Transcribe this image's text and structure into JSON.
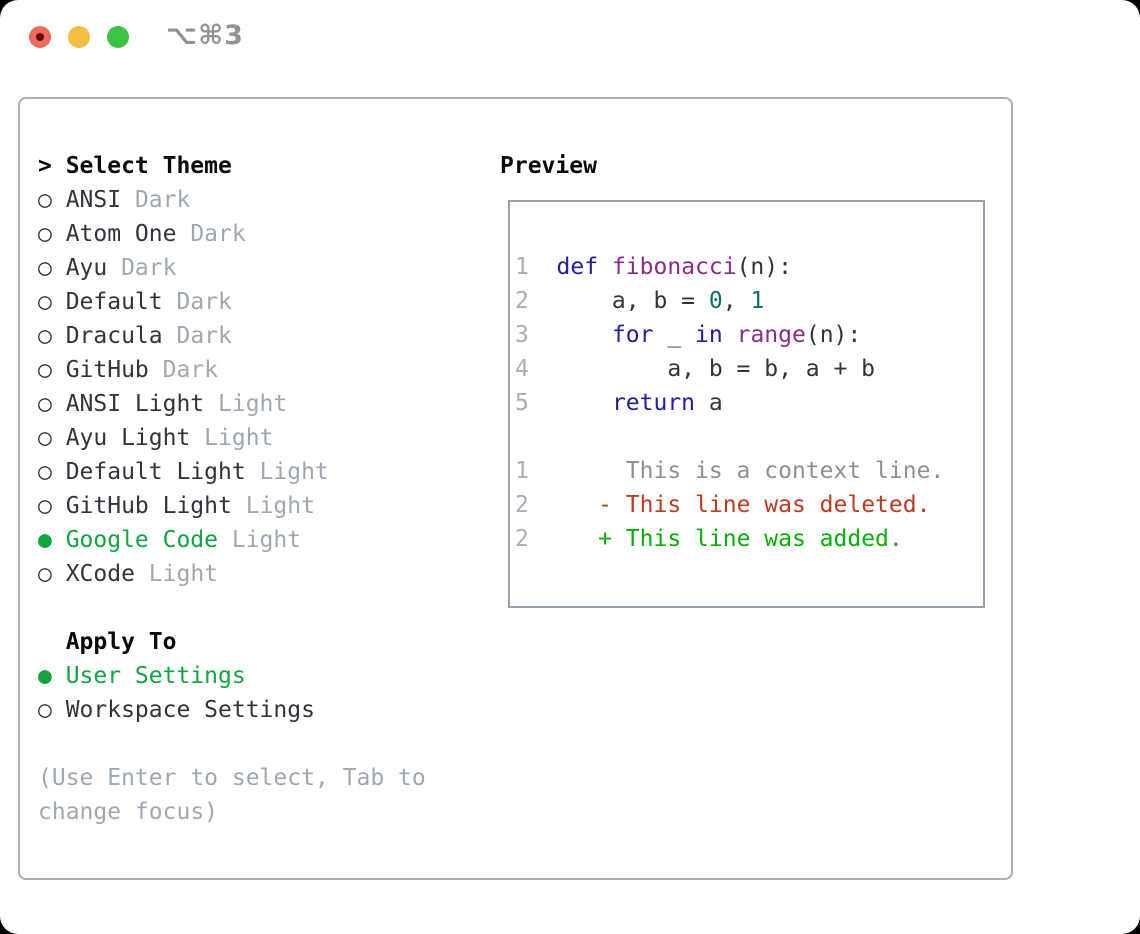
{
  "titlebar": {
    "shortcut": "⌥⌘3"
  },
  "colors": {
    "selected_green": "#12a53f",
    "added_green": "#04b104",
    "deleted_red": "#c0391f",
    "context_gray": "#8b9096",
    "dim_gray": "#9fa8b2",
    "line_number_gray": "#a6aeb8",
    "keyword_blue": "#2020a0",
    "function_purple": "#8c2b8c",
    "number_teal": "#0e6e68",
    "text_dark": "#30353c",
    "panel_border": "#a9aeb8",
    "preview_border": "#9aa3ad",
    "traffic_red": "#ee695e",
    "traffic_red_dot": "#5f0d0a",
    "traffic_yellow": "#f5bd41",
    "traffic_green": "#3bc345",
    "shortcut_gray": "#919196"
  },
  "theme_panel": {
    "header": {
      "prompt": ">",
      "label": "Select Theme"
    },
    "themes": [
      {
        "name": "ANSI",
        "variant": "Dark",
        "selected": false
      },
      {
        "name": "Atom One",
        "variant": "Dark",
        "selected": false
      },
      {
        "name": "Ayu",
        "variant": "Dark",
        "selected": false
      },
      {
        "name": "Default",
        "variant": "Dark",
        "selected": false
      },
      {
        "name": "Dracula",
        "variant": "Dark",
        "selected": false
      },
      {
        "name": "GitHub",
        "variant": "Dark",
        "selected": false
      },
      {
        "name": "ANSI Light",
        "variant": "Light",
        "selected": false
      },
      {
        "name": "Ayu Light",
        "variant": "Light",
        "selected": false
      },
      {
        "name": "Default Light",
        "variant": "Light",
        "selected": false
      },
      {
        "name": "GitHub Light",
        "variant": "Light",
        "selected": false
      },
      {
        "name": "Google Code",
        "variant": "Light",
        "selected": true
      },
      {
        "name": "XCode",
        "variant": "Light",
        "selected": false
      }
    ],
    "apply_to": {
      "header": "Apply To",
      "options": [
        {
          "label": "User Settings",
          "selected": true
        },
        {
          "label": "Workspace Settings",
          "selected": false
        }
      ]
    },
    "help": "(Use Enter to select, Tab to change focus)"
  },
  "preview": {
    "title": "Preview",
    "code_lines": [
      {
        "num": "1",
        "tokens": [
          {
            "t": "def",
            "c": "kw"
          },
          {
            "t": " ",
            "c": "pl"
          },
          {
            "t": "fibonacci",
            "c": "fn"
          },
          {
            "t": "(n):",
            "c": "pl"
          }
        ]
      },
      {
        "num": "2",
        "tokens": [
          {
            "t": "    a, b = ",
            "c": "pl"
          },
          {
            "t": "0",
            "c": "nu"
          },
          {
            "t": ", ",
            "c": "pl"
          },
          {
            "t": "1",
            "c": "nu"
          }
        ]
      },
      {
        "num": "3",
        "tokens": [
          {
            "t": "    ",
            "c": "pl"
          },
          {
            "t": "for",
            "c": "kw"
          },
          {
            "t": " _ ",
            "c": "pl"
          },
          {
            "t": "in",
            "c": "kw"
          },
          {
            "t": " ",
            "c": "pl"
          },
          {
            "t": "range",
            "c": "fn"
          },
          {
            "t": "(n):",
            "c": "pl"
          }
        ]
      },
      {
        "num": "4",
        "tokens": [
          {
            "t": "        a, b = b, a + b",
            "c": "pl"
          }
        ]
      },
      {
        "num": "5",
        "tokens": [
          {
            "t": "    ",
            "c": "pl"
          },
          {
            "t": "return",
            "c": "kw"
          },
          {
            "t": " a",
            "c": "pl"
          }
        ]
      }
    ],
    "diff_lines": [
      {
        "num": "1",
        "gap": "       ",
        "text": "This is a context line.",
        "type": "context"
      },
      {
        "num": "2",
        "gap": "     ",
        "text": "- This line was deleted.",
        "type": "deleted"
      },
      {
        "num": "2",
        "gap": "     ",
        "text": "+ This line was added.",
        "type": "added"
      }
    ]
  }
}
